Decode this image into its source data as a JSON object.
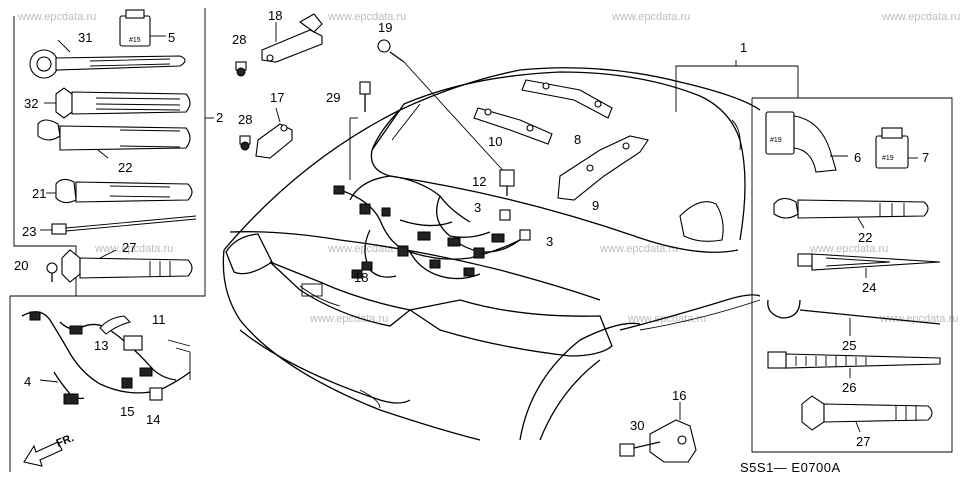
{
  "watermark": "www.epcdata.ru",
  "diagram_code": "S5S1— E0700A",
  "direction_label": "FR.",
  "clip_marking": "#15",
  "clip_marking_alt": "#19",
  "callouts": {
    "c1": "1",
    "c2": "2",
    "c3a": "3",
    "c3b": "3",
    "c4": "4",
    "c5": "5",
    "c6": "6",
    "c7": "7",
    "c8": "8",
    "c9": "9",
    "c10": "10",
    "c11": "11",
    "c12": "12",
    "c13": "13",
    "c14": "14",
    "c15": "15",
    "c16": "16",
    "c17": "17",
    "c18": "18",
    "c19": "19",
    "c20": "20",
    "c21": "21",
    "c22a": "22",
    "c22b": "22",
    "c23": "23",
    "c24": "24",
    "c25": "25",
    "c26": "26",
    "c27a": "27",
    "c27b": "27",
    "c28a": "28",
    "c28b": "28",
    "c29": "29",
    "c30": "30",
    "c31": "31",
    "c32": "32"
  }
}
